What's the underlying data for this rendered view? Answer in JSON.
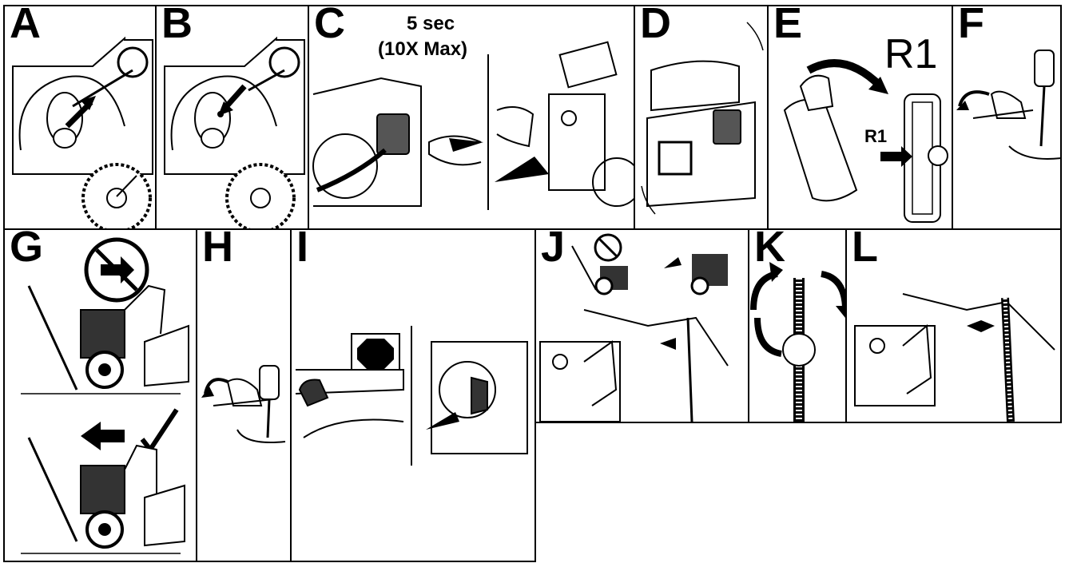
{
  "panels": [
    {
      "letter": "A"
    },
    {
      "letter": "B"
    },
    {
      "letter": "C",
      "time_label": "5 sec",
      "max_label": "(10X Max)"
    },
    {
      "letter": "D"
    },
    {
      "letter": "E",
      "position_label": "R1",
      "marker_label": "R1"
    },
    {
      "letter": "F"
    },
    {
      "letter": "G"
    },
    {
      "letter": "H"
    },
    {
      "letter": "I"
    },
    {
      "letter": "J"
    },
    {
      "letter": "K"
    },
    {
      "letter": "L"
    }
  ],
  "colors": {
    "ink": "#000000",
    "background": "#ffffff"
  }
}
